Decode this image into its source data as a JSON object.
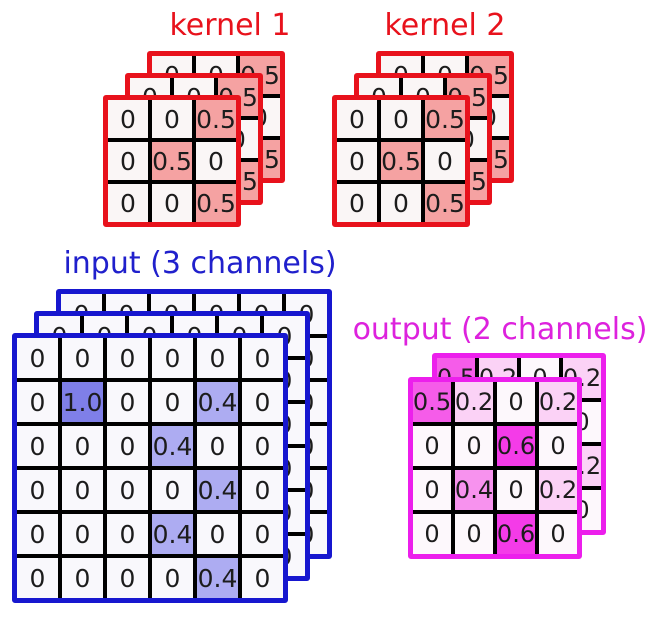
{
  "titles": {
    "kernel1": "kernel 1",
    "kernel2": "kernel 2",
    "input": "input (3 channels)",
    "output": "output (2 channels)"
  },
  "title_colors": {
    "kernel": "#e8121c",
    "input": "#2020cc",
    "output": "#dd22dd"
  },
  "text_color": "#1c1c1c",
  "matrices": {
    "kernel": [
      [
        "0",
        "0",
        "0.5"
      ],
      [
        "0",
        "0.5",
        "0"
      ],
      [
        "0",
        "0",
        "0.5"
      ]
    ],
    "input": [
      [
        "0",
        "0",
        "0",
        "0",
        "0",
        "0"
      ],
      [
        "0",
        "1.0",
        "0",
        "0",
        "0.4",
        "0"
      ],
      [
        "0",
        "0",
        "0",
        "0.4",
        "0",
        "0"
      ],
      [
        "0",
        "0",
        "0",
        "0",
        "0.4",
        "0"
      ],
      [
        "0",
        "0",
        "0",
        "0.4",
        "0",
        "0"
      ],
      [
        "0",
        "0",
        "0",
        "0",
        "0.4",
        "0"
      ]
    ],
    "output": [
      [
        "0.5",
        "0.2",
        "0",
        "0.2"
      ],
      [
        "0",
        "0",
        "0.6",
        "0"
      ],
      [
        "0",
        "0.4",
        "0",
        "0.2"
      ],
      [
        "0",
        "0",
        "0.6",
        "0"
      ]
    ]
  },
  "stacks": {
    "kernel1": {
      "matrix": "kernel",
      "layers": 3,
      "border_color": "#e8121c"
    },
    "kernel2": {
      "matrix": "kernel",
      "layers": 3,
      "border_color": "#e8121c"
    },
    "input": {
      "matrix": "input",
      "layers": 3,
      "border_color": "#1717cf"
    },
    "output": {
      "matrix": "output",
      "layers": 2,
      "border_color": "#ec1fec"
    }
  },
  "cell_colors": {
    "kernel": {
      "default": "#faf6f6",
      "0.5": "#f5a2a2"
    },
    "input": {
      "default": "#f9f8fc",
      "1.0": "#7f7fe8",
      "0.4": "#adacf2"
    },
    "output": {
      "default": "#fdf8fc",
      "0.6": "#f43be8",
      "0.5": "#f55ce9",
      "0.4": "#f792ee",
      "0.2": "#fbd2f6"
    }
  }
}
